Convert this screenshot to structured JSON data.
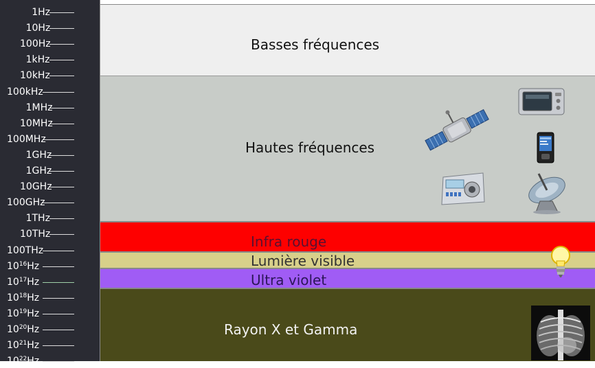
{
  "scale": {
    "ticks": [
      {
        "label": "1Hz"
      },
      {
        "label": "10Hz"
      },
      {
        "label": "100Hz"
      },
      {
        "label": "1kHz"
      },
      {
        "label": "10kHz"
      },
      {
        "label": "100kHz"
      },
      {
        "label": "1MHz"
      },
      {
        "label": "10MHz"
      },
      {
        "label": "100MHz"
      },
      {
        "label": "1GHz"
      },
      {
        "label": "1GHz"
      },
      {
        "label": "10GHz"
      },
      {
        "label": "100GHz"
      },
      {
        "label": "1THz"
      },
      {
        "label": "10THz"
      },
      {
        "label": "100THz"
      },
      {
        "base": "10",
        "exp": "16",
        "unit": "Hz"
      },
      {
        "base": "10",
        "exp": "17",
        "unit": "Hz"
      },
      {
        "base": "10",
        "exp": "18",
        "unit": "Hz"
      },
      {
        "base": "10",
        "exp": "19",
        "unit": "Hz"
      },
      {
        "base": "10",
        "exp": "20",
        "unit": "Hz"
      },
      {
        "base": "10",
        "exp": "21",
        "unit": "Hz"
      },
      {
        "base": "10",
        "exp": "22",
        "unit": "Hz"
      }
    ]
  },
  "bands": {
    "basses": {
      "label": "Basses fréquences",
      "color": "#efefef"
    },
    "hautes": {
      "label": "Hautes fréquences",
      "color": "#c8ccc8"
    },
    "infra": {
      "label": "Infra rouge",
      "color": "#fe0000"
    },
    "visible": {
      "label": "Lumière visible",
      "color": "#d8d08a"
    },
    "ultra": {
      "label": "Ultra violet",
      "color": "#a05cf5"
    },
    "rayon": {
      "label": "Rayon X et Gamma",
      "color": "#4a4a1a"
    }
  }
}
